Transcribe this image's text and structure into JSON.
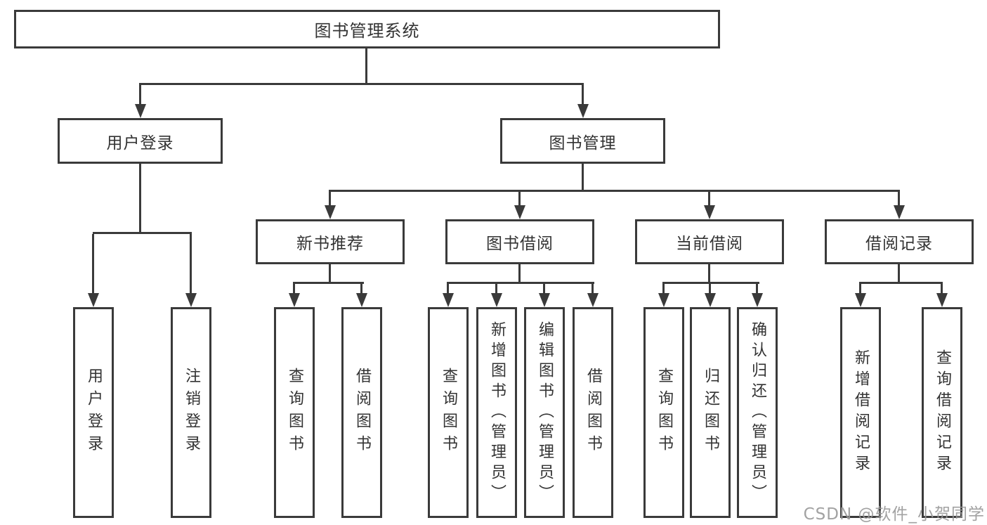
{
  "tree": {
    "label": "图书管理系统",
    "children": [
      {
        "label": "用户登录",
        "children": [
          {
            "label": "用户登录"
          },
          {
            "label": "注销登录"
          }
        ]
      },
      {
        "label": "图书管理",
        "children": [
          {
            "label": "新书推荐",
            "children": [
              {
                "label": "查询图书"
              },
              {
                "label": "借阅图书"
              }
            ]
          },
          {
            "label": "图书借阅",
            "children": [
              {
                "label": "查询图书"
              },
              {
                "label": "新增图书（管理员）"
              },
              {
                "label": "编辑图书（管理员）"
              },
              {
                "label": "借阅图书"
              }
            ]
          },
          {
            "label": "当前借阅",
            "children": [
              {
                "label": "查询图书"
              },
              {
                "label": "归还图书"
              },
              {
                "label": "确认归还（管理员）"
              }
            ]
          },
          {
            "label": "借阅记录",
            "children": [
              {
                "label": "新增借阅记录"
              },
              {
                "label": "查询借阅记录"
              }
            ]
          }
        ]
      }
    ]
  },
  "watermark": {
    "text": "CSDN @软件_小贺同学"
  },
  "colors": {
    "line": "#3a3a3a",
    "text": "#333333",
    "watermark": "#989898",
    "background": "#ffffff"
  }
}
